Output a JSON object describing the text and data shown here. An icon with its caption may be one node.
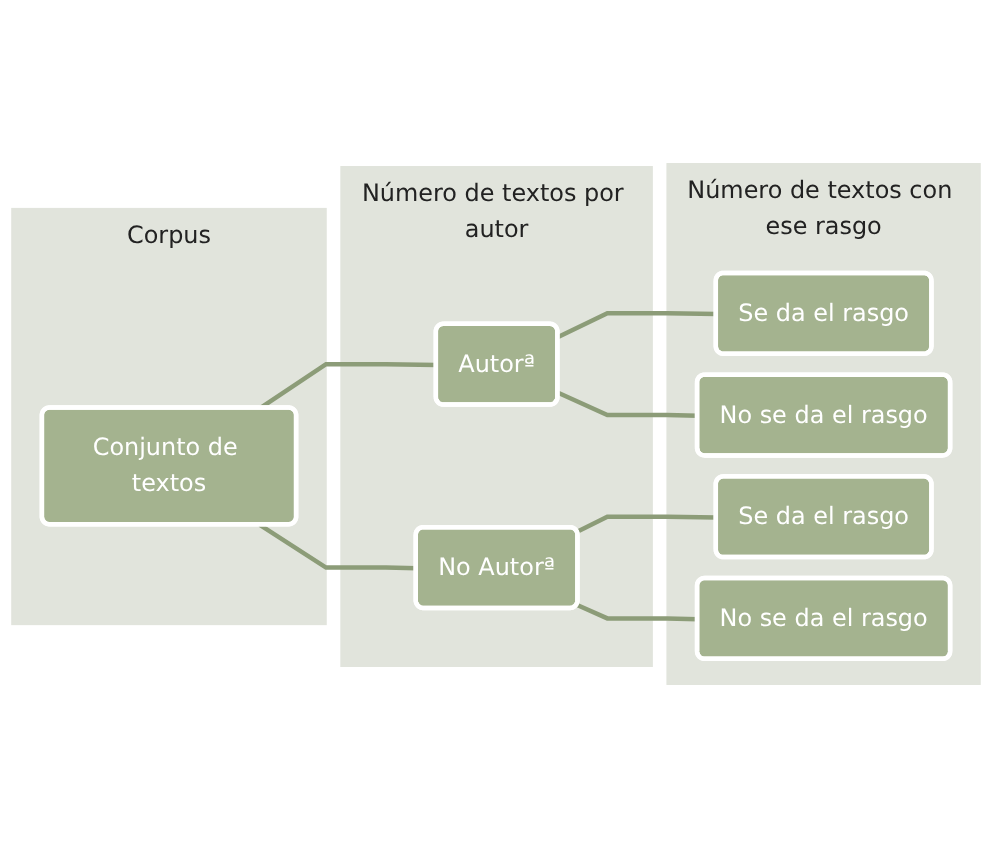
{
  "diagram": {
    "nodes": [
      {
        "text": [
          "Corpus"
        ]
      },
      {
        "text": [
          "Conjunto de textos"
        ],
        "in": 0
      },
      {
        "text": [
          "Número de textos por autor"
        ]
      },
      {
        "text": [
          "Autorª"
        ],
        "in": 2
      },
      {
        "text": [
          "No Autorª"
        ],
        "in": 2
      },
      {
        "text": [
          "Número de textos con ese rasgo"
        ]
      },
      {
        "text": [
          "Se da el rasgo"
        ],
        "in": 5
      },
      {
        "text": [
          "No se da el rasgo"
        ],
        "in": 5
      },
      {
        "text": [
          "Se da el rasgo"
        ],
        "in": 5
      },
      {
        "text": [
          "No se da el rasgo"
        ],
        "in": 5
      }
    ],
    "edges": [
      {
        "from": 1,
        "to": 3,
        "arrow": "none"
      },
      {
        "from": 1,
        "to": 4,
        "arrow": "none"
      },
      {
        "from": 3,
        "to": 6,
        "arrow": "none"
      },
      {
        "from": 3,
        "to": 7,
        "arrow": "none"
      },
      {
        "from": 4,
        "to": 8,
        "arrow": "none"
      },
      {
        "from": 4,
        "to": 9,
        "arrow": "none"
      }
    ]
  }
}
